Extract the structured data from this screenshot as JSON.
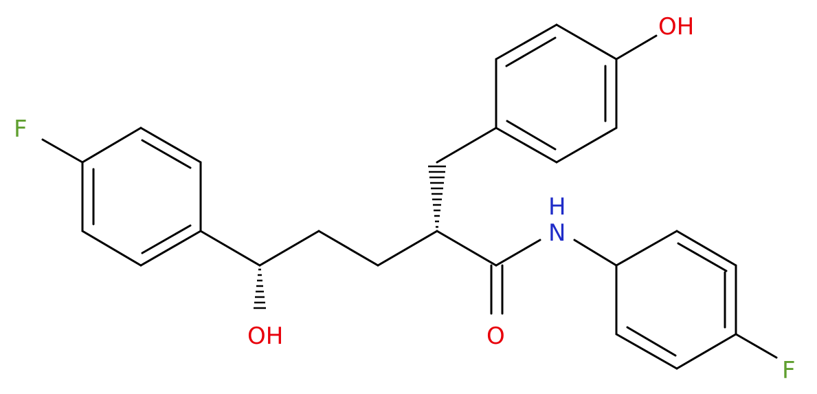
{
  "atoms": {
    "f_left": {
      "label": "F",
      "color": "#5f9f2f"
    },
    "f_right": {
      "label": "F",
      "color": "#5f9f2f"
    },
    "oh_top": {
      "label": "OH",
      "color": "#e8000b"
    },
    "oh_bottom": {
      "label": "OH",
      "color": "#e8000b"
    },
    "o_amide": {
      "label": "O",
      "color": "#e8000b"
    },
    "nh": {
      "label": "H",
      "color": "#1f2cc8"
    },
    "n": {
      "label": "N",
      "color": "#1f2cc8"
    }
  },
  "bond_color": "#000000"
}
